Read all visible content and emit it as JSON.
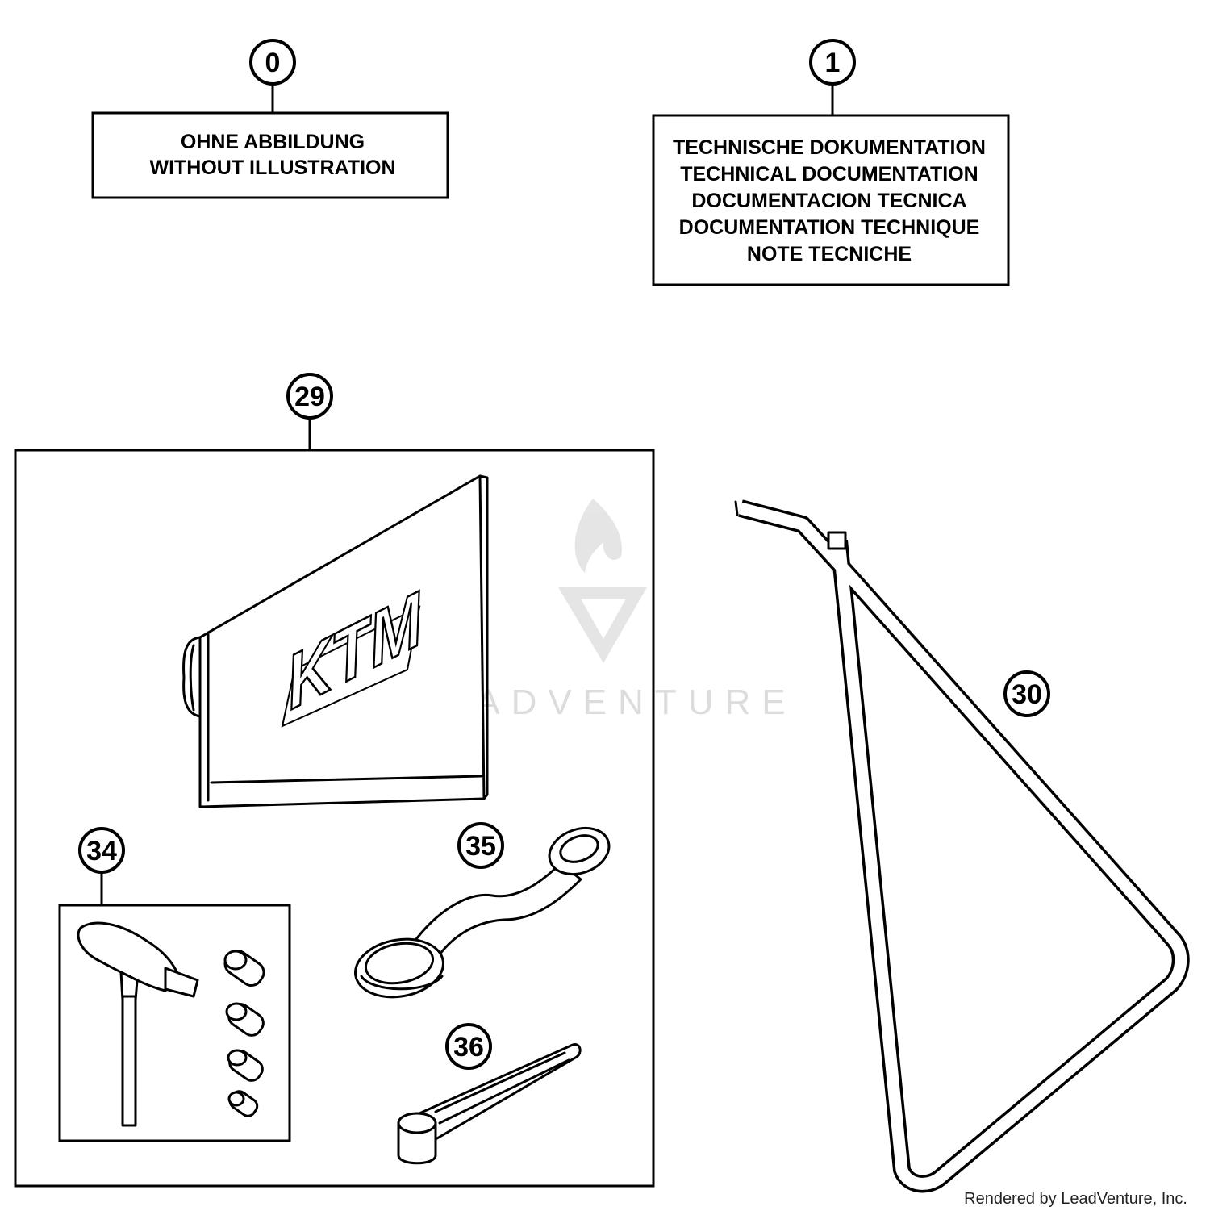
{
  "callouts": {
    "c0": "0",
    "c1": "1",
    "c29": "29",
    "c30": "30",
    "c34": "34",
    "c35": "35",
    "c36": "36"
  },
  "box0": {
    "lines": [
      "OHNE ABBILDUNG",
      "WITHOUT ILLUSTRATION"
    ]
  },
  "box1": {
    "lines": [
      "TECHNISCHE DOKUMENTATION",
      "TECHNICAL DOCUMENTATION",
      "DOCUMENTACION TECNICA",
      "DOCUMENTATION TECHNIQUE",
      "NOTE TECNICHE"
    ]
  },
  "pouch": {
    "logo_text": "KTM"
  },
  "watermark": {
    "text": "LEADVENTURE"
  },
  "footer": {
    "text": "Rendered by LeadVenture, Inc."
  }
}
